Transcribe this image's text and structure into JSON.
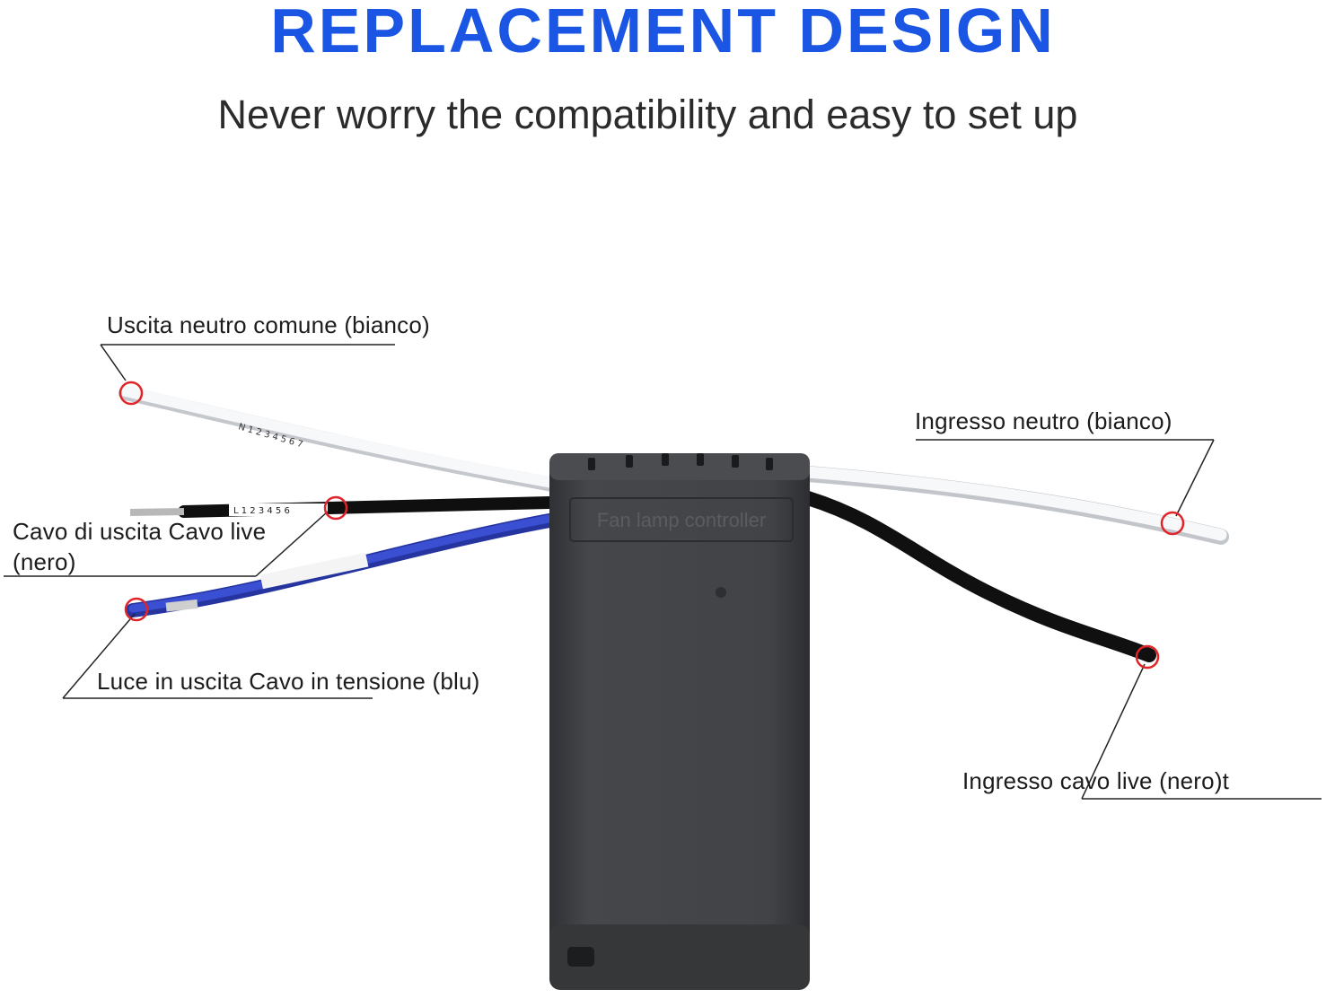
{
  "header": {
    "title": "REPLACEMENT DESIGN",
    "subtitle": "Never worry the compatibility and easy to set up"
  },
  "callouts": {
    "neutral_output": "Uscita neutro comune (bianco)",
    "live_output": "Cavo di uscita Cavo live (nero)",
    "light_output": "Luce in uscita Cavo in tensione (blu)",
    "neutral_input": "Ingresso neutro (bianco)",
    "live_input": "Ingresso cavo live (nero)t"
  },
  "device": {
    "label": "Fan lamp controller"
  },
  "colors": {
    "title": "#1a55e3",
    "marker": "#e0252a",
    "housing": "#3d3f42",
    "wire_white": "#f2f4f6",
    "wire_black": "#151515",
    "wire_blue": "#2b3fbf"
  }
}
